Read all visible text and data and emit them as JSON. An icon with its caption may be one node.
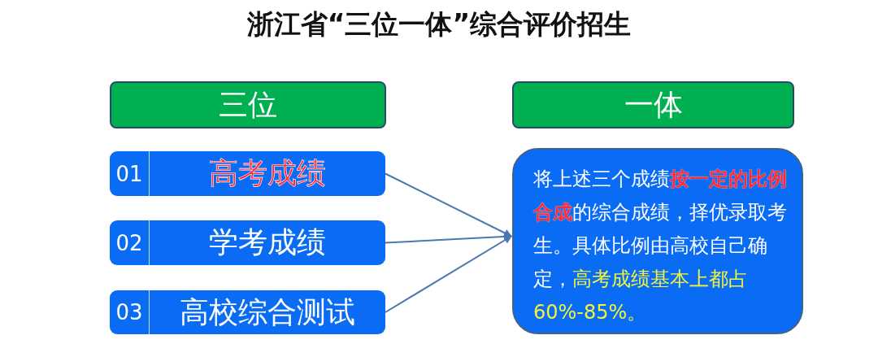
{
  "diagram": {
    "title": "浙江省“三位一体”综合评价招生",
    "nodes": [
      {
        "text": [
          "三位"
        ]
      },
      {
        "text": [
          "一体"
        ]
      },
      {
        "text": [
          "01",
          "高考成绩"
        ]
      },
      {
        "text": [
          "02",
          "学考成绩"
        ]
      },
      {
        "text": [
          "03",
          "高校综合测试"
        ]
      },
      {
        "text": [
          "将上述三个成绩**按一定的比例合成**的综合成绩，择优录取考生。具体比例由高校自己确定，*高考成绩基本上都占60%-85%。*"
        ]
      }
    ],
    "edges": [
      {
        "from": 2,
        "to": 5,
        "arrow": "to"
      },
      {
        "from": 3,
        "to": 5,
        "arrow": "to"
      },
      {
        "from": 4,
        "to": 5,
        "arrow": "to"
      }
    ]
  }
}
